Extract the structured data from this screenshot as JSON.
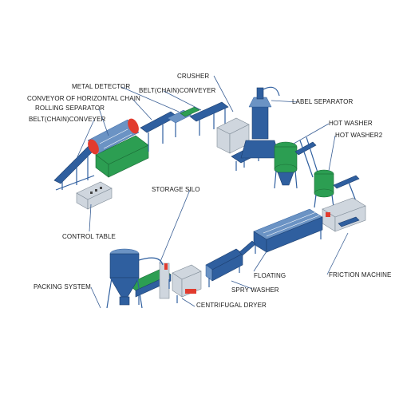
{
  "labels": {
    "crusher": "CRUSHER",
    "metal_detector": "METAL DETECTOR",
    "belt_conveyer_top": "BELT(CHAIN)CONVEYER",
    "conveyor_horizontal_chain": "CONVEYOR OF HORIZONTAL CHAIN",
    "rolling_separator": "ROLLING SEPARATOR",
    "belt_conveyer_left": "BELT(CHAIN)CONVEYER",
    "label_separator": "LABEL SEPARATOR",
    "hot_washer": "HOT WASHER",
    "hot_washer2": "HOT WASHER2",
    "storage_silo": "STORAGE SILO",
    "control_table": "CONTROL TABLE",
    "friction_machine": "FRICTION MACHINE",
    "floating": "FLOATING",
    "spry_washer": "SPRY WASHER",
    "packing_system": "PACKING SYSTEM",
    "centrifugal_dryer": "CENTRIFUGAL DRYER"
  },
  "colors": {
    "steel": "#2f5f9f",
    "accent_green": "#2c9e52",
    "accent_red": "#e23b2e",
    "leader": "#3a5f95"
  }
}
